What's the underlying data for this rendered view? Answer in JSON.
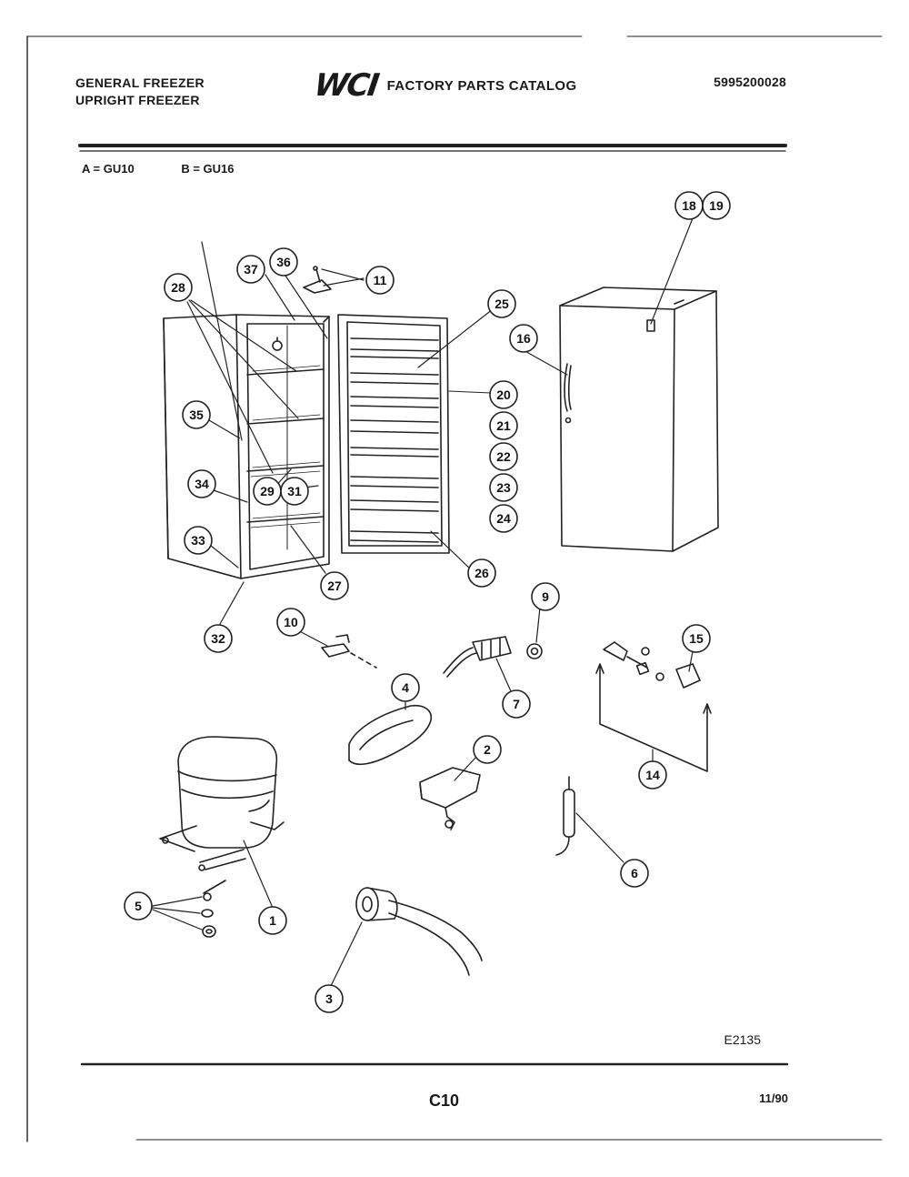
{
  "header": {
    "brand_line1": "GENERAL FREEZER",
    "brand_line2": "UPRIGHT FREEZER",
    "logo_text": "WCI",
    "catalog_title": "FACTORY PARTS CATALOG",
    "catalog_number": "5995200028"
  },
  "model_codes": {
    "a": "A = GU10",
    "b": "B = GU16"
  },
  "diagram": {
    "callouts": [
      "1",
      "2",
      "3",
      "4",
      "5",
      "6",
      "7",
      "9",
      "10",
      "11",
      "14",
      "15",
      "16",
      "18",
      "19",
      "20",
      "21",
      "22",
      "23",
      "24",
      "25",
      "26",
      "27",
      "28",
      "29",
      "31",
      "32",
      "33",
      "34",
      "35",
      "36",
      "37"
    ]
  },
  "footer": {
    "figure_id": "E2135",
    "page": "C10",
    "date": "11/90"
  }
}
